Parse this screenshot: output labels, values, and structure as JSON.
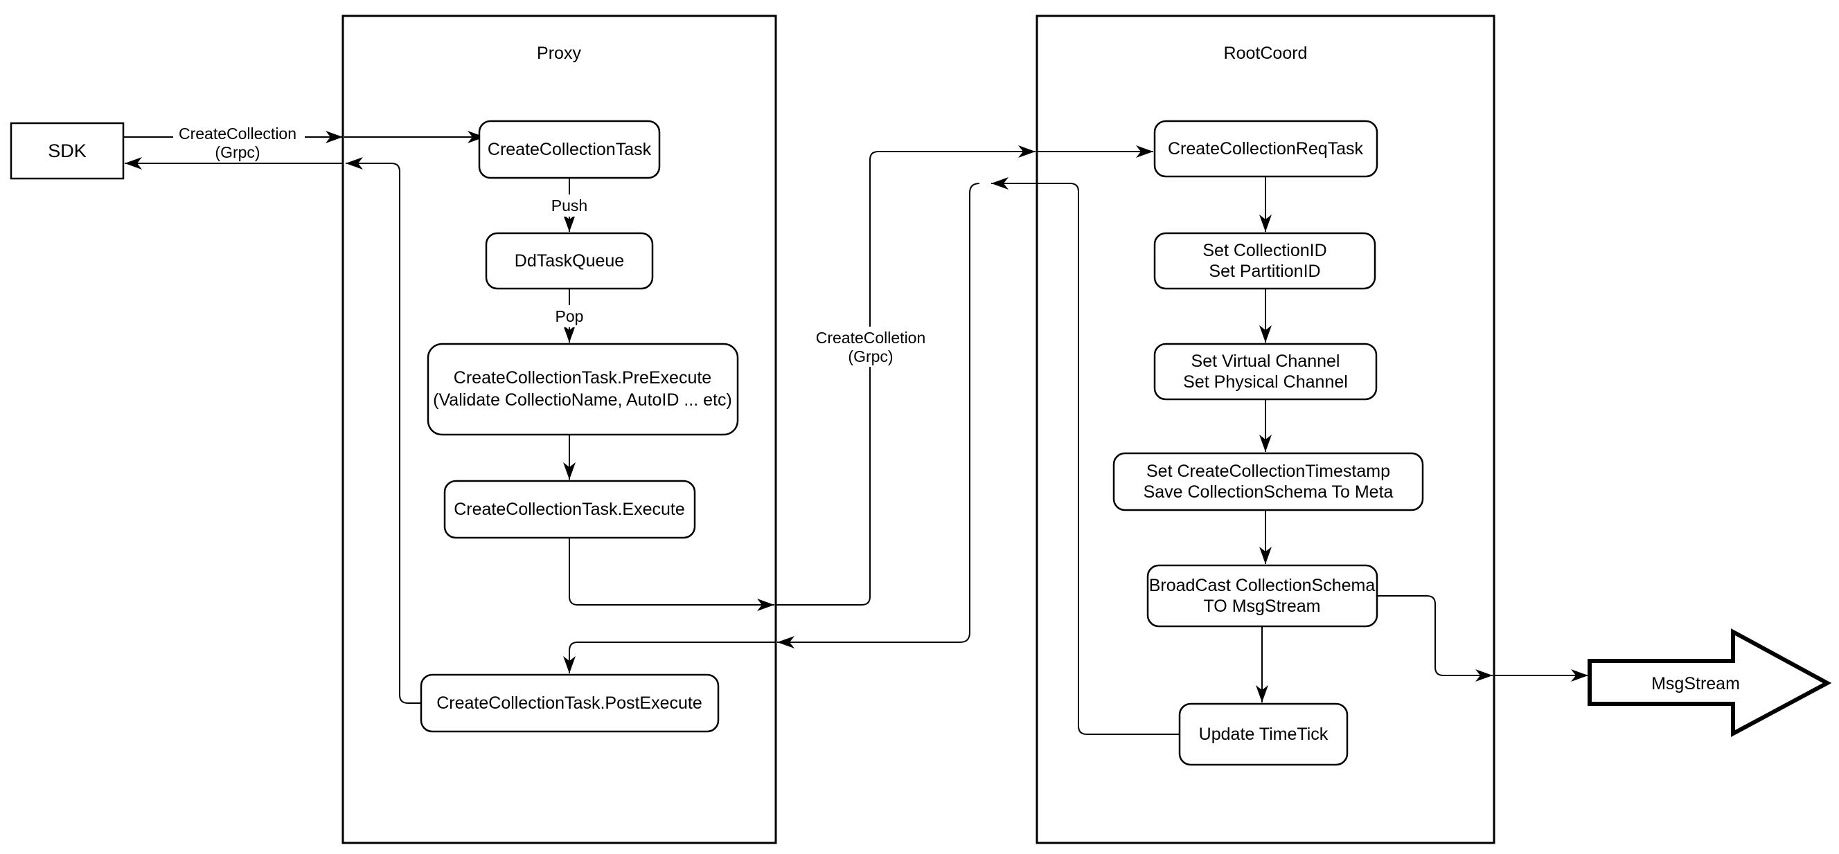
{
  "diagram": {
    "sdk": {
      "label": "SDK"
    },
    "proxy": {
      "title": "Proxy",
      "nodes": {
        "create_collection_task": "CreateCollectionTask",
        "dd_task_queue": "DdTaskQueue",
        "pre_execute_line1": "CreateCollectionTask.PreExecute",
        "pre_execute_line2": "(Validate CollectioName, AutoID ... etc)",
        "execute": "CreateCollectionTask.Execute",
        "post_execute": "CreateCollectionTask.PostExecute"
      }
    },
    "rootcoord": {
      "title": "RootCoord",
      "nodes": {
        "req_task": "CreateCollectionReqTask",
        "set_ids_line1": "Set CollectionID",
        "set_ids_line2": "Set PartitionID",
        "set_channels_line1": "Set Virtual Channel",
        "set_channels_line2": "Set Physical Channel",
        "set_timestamp_line1": "Set CreateCollectionTimestamp",
        "set_timestamp_line2": "Save CollectionSchema To Meta",
        "broadcast_line1": "BroadCast CollectionSchema",
        "broadcast_line2": "TO MsgStream",
        "update_timetick": "Update TimeTick"
      }
    },
    "msgstream": {
      "label": "MsgStream"
    },
    "edge_labels": {
      "grpc_left_line1": "CreateCollection",
      "grpc_left_line2": "(Grpc)",
      "grpc_mid_line1": "CreateColletion",
      "grpc_mid_line2": "(Grpc)",
      "push": "Push",
      "pop": "Pop"
    },
    "colors": {
      "stroke": "#000000",
      "fill": "#ffffff",
      "background": "#ffffff"
    }
  }
}
